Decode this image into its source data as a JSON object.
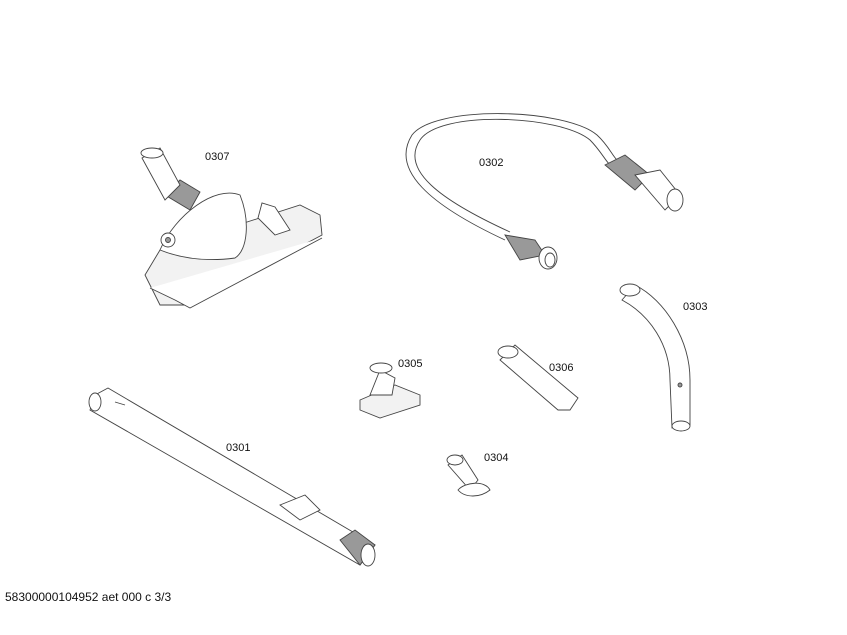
{
  "diagram": {
    "parts": [
      {
        "id": "0307",
        "name": "floor-nozzle"
      },
      {
        "id": "0302",
        "name": "hose"
      },
      {
        "id": "0303",
        "name": "handle"
      },
      {
        "id": "0305",
        "name": "upholstery-nozzle"
      },
      {
        "id": "0306",
        "name": "crevice-nozzle"
      },
      {
        "id": "0301",
        "name": "telescopic-tube"
      },
      {
        "id": "0304",
        "name": "small-nozzle"
      }
    ]
  },
  "footer": {
    "text": "58300000104952 aet 000 c 3/3"
  }
}
